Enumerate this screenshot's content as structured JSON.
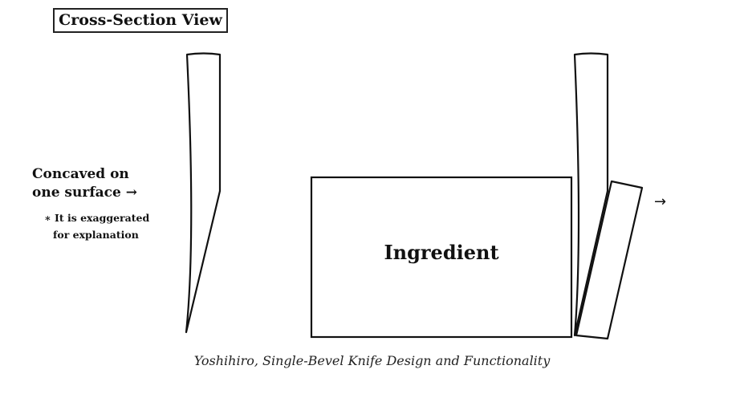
{
  "title": "Cross-Section View",
  "labels": {
    "concave_line1": "Concaved on",
    "concave_line2": "one surface →",
    "note_line1": "∗ It is exaggerated",
    "note_line2": "for explanation",
    "ingredient": "Ingredient",
    "right_arrow": "→"
  },
  "caption": "Yoshihiro, Single-Bevel Knife Design and Functionality",
  "colors": {
    "stroke": "#111111",
    "background": "#ffffff"
  }
}
